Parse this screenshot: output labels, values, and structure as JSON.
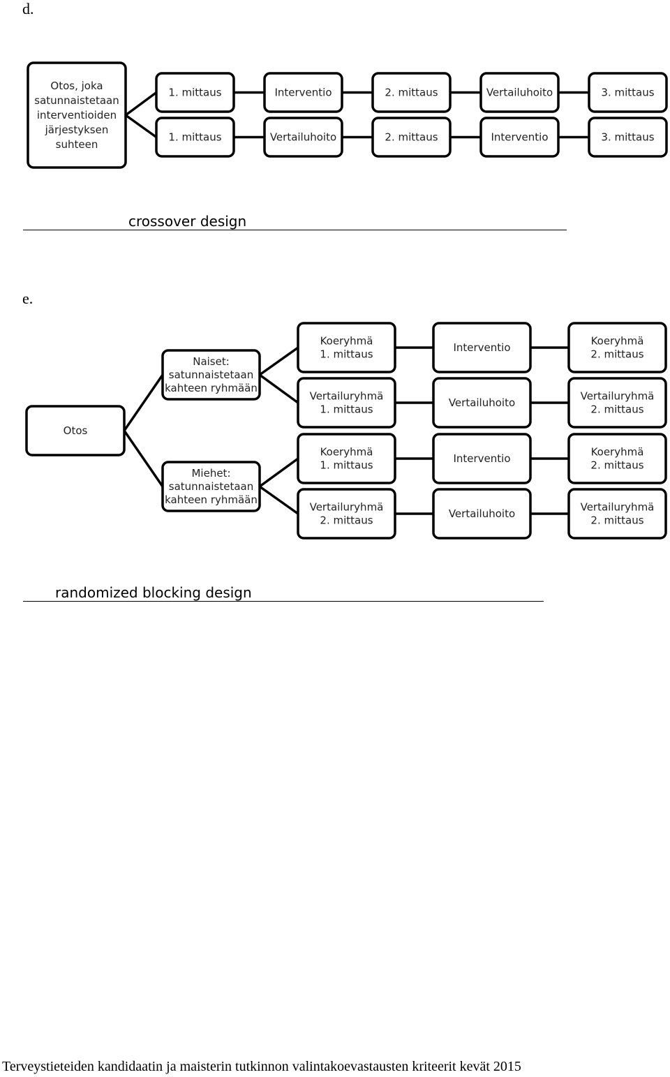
{
  "section_d": {
    "letter": "d.",
    "root": [
      "Otos, joka",
      "satunnaistetaan",
      "interventioiden",
      "järjestyksen",
      "suhteen"
    ],
    "row1": [
      [
        "1. mittaus"
      ],
      [
        "Interventio"
      ],
      [
        "2. mittaus"
      ],
      [
        "Vertailuhoito"
      ],
      [
        "3. mittaus"
      ]
    ],
    "row2": [
      [
        "1. mittaus"
      ],
      [
        "Vertailuhoito"
      ],
      [
        "2. mittaus"
      ],
      [
        "Interventio"
      ],
      [
        "3. mittaus"
      ]
    ],
    "answer": "crossover design"
  },
  "section_e": {
    "letter": "e.",
    "root": [
      "Otos"
    ],
    "women": [
      "Naiset:",
      "satunnaistetaan",
      "kahteen ryhmään"
    ],
    "men": [
      "Miehet:",
      "satunnaistetaan",
      "kahteen ryhmään"
    ],
    "rows": [
      [
        [
          "Koeryhmä",
          "1. mittaus"
        ],
        [
          "Interventio"
        ],
        [
          "Koeryhmä",
          "2. mittaus"
        ]
      ],
      [
        [
          "Vertailuryhmä",
          "1. mittaus"
        ],
        [
          "Vertailuhoito"
        ],
        [
          "Vertailuryhmä",
          "2. mittaus"
        ]
      ],
      [
        [
          "Koeryhmä",
          "1. mittaus"
        ],
        [
          "Interventio"
        ],
        [
          "Koeryhmä",
          "2. mittaus"
        ]
      ],
      [
        [
          "Vertailuryhmä",
          "2. mittaus"
        ],
        [
          "Vertailuhoito"
        ],
        [
          "Vertailuryhmä",
          "2. mittaus"
        ]
      ]
    ],
    "answer": "randomized blocking design"
  },
  "footer": "Terveystieteiden kandidaatin ja maisterin tutkinnon valintakoevastausten kriteerit kevät 2015"
}
